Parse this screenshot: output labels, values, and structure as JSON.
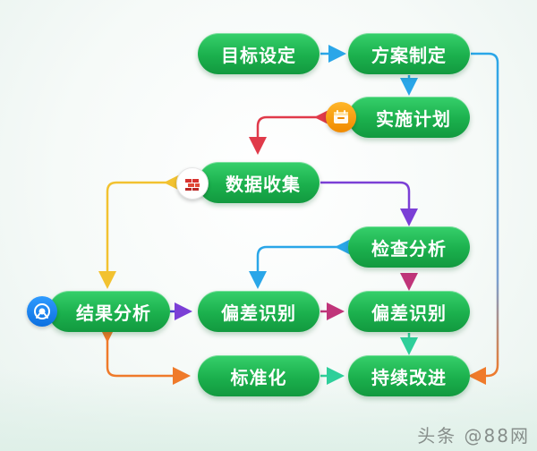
{
  "diagram": {
    "nodes": {
      "goal_setting": "目标设定",
      "plan_making": "方案制定",
      "implementation_plan": "实施计划",
      "data_collection": "数据收集",
      "inspection_analysis": "检查分析",
      "result_analysis": "结果分析",
      "deviation_identification_left": "偏差识别",
      "deviation_identification_right": "偏差识别",
      "standardization": "标准化",
      "continuous_improvement": "持续改进"
    },
    "badges": {
      "implementation_plan": "calendar-icon",
      "data_collection": "bricks-icon",
      "result_analysis": "target-icon"
    },
    "colors": {
      "node_green": "#1bb04d",
      "arrow_blue": "#2aa6e8",
      "arrow_red": "#e03a4a",
      "arrow_yellow": "#f2c230",
      "arrow_purple": "#7b3fd6",
      "arrow_teal": "#2fcf9a",
      "arrow_orange": "#ef7a2a",
      "arrow_magenta": "#c0357a"
    }
  },
  "watermark": "头条 @88网"
}
